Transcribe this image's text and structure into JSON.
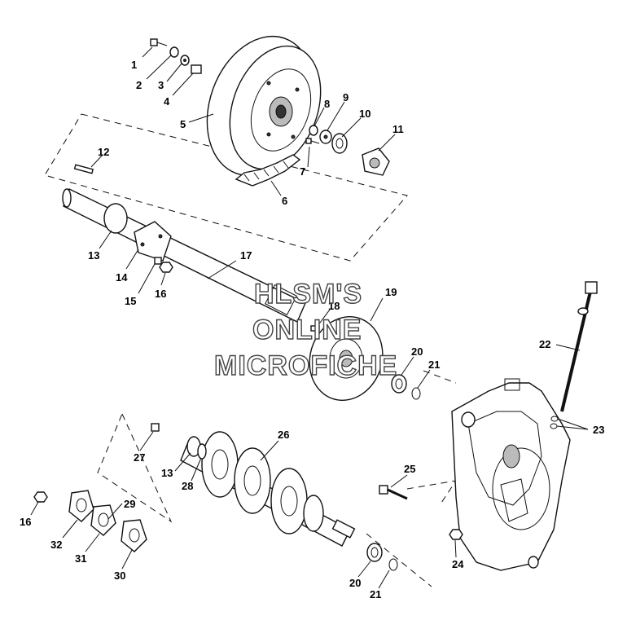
{
  "callouts": [
    {
      "id": "c1",
      "label": "1"
    },
    {
      "id": "c2",
      "label": "2"
    },
    {
      "id": "c3",
      "label": "3"
    },
    {
      "id": "c4",
      "label": "4"
    },
    {
      "id": "c5",
      "label": "5"
    },
    {
      "id": "c6",
      "label": "6"
    },
    {
      "id": "c7",
      "label": "7"
    },
    {
      "id": "c8",
      "label": "8"
    },
    {
      "id": "c9",
      "label": "9"
    },
    {
      "id": "c10",
      "label": "10"
    },
    {
      "id": "c11",
      "label": "11"
    },
    {
      "id": "c12",
      "label": "12"
    },
    {
      "id": "c13a",
      "label": "13"
    },
    {
      "id": "c14",
      "label": "14"
    },
    {
      "id": "c15",
      "label": "15"
    },
    {
      "id": "c16a",
      "label": "16"
    },
    {
      "id": "c17",
      "label": "17"
    },
    {
      "id": "c18",
      "label": "18"
    },
    {
      "id": "c19",
      "label": "19"
    },
    {
      "id": "c20a",
      "label": "20"
    },
    {
      "id": "c21a",
      "label": "21"
    },
    {
      "id": "c22",
      "label": "22"
    },
    {
      "id": "c23",
      "label": "23"
    },
    {
      "id": "c24",
      "label": "24"
    },
    {
      "id": "c25",
      "label": "25"
    },
    {
      "id": "c26",
      "label": "26"
    },
    {
      "id": "c27",
      "label": "27"
    },
    {
      "id": "c13b",
      "label": "13"
    },
    {
      "id": "c28",
      "label": "28"
    },
    {
      "id": "c29",
      "label": "29"
    },
    {
      "id": "c16b",
      "label": "16"
    },
    {
      "id": "c32",
      "label": "32"
    },
    {
      "id": "c31",
      "label": "31"
    },
    {
      "id": "c30",
      "label": "30"
    },
    {
      "id": "c20b",
      "label": "20"
    },
    {
      "id": "c21b",
      "label": "21"
    }
  ],
  "watermark": {
    "line1": "HLSM'S",
    "line2": "ONLINE",
    "line3": "MICROFICHE"
  }
}
